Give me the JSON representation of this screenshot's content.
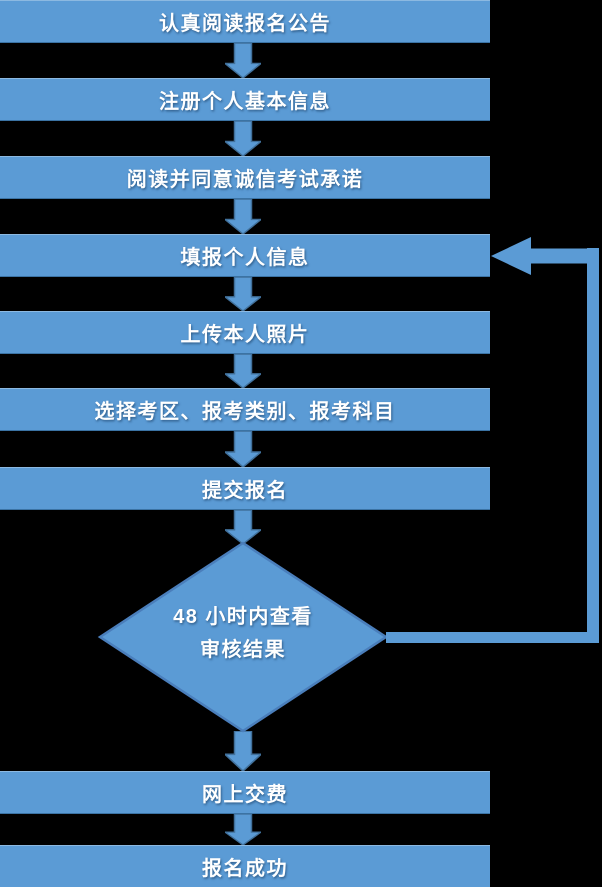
{
  "canvas": {
    "background": "#000000"
  },
  "colors": {
    "shape_fill": "#5B9BD5",
    "shape_border": "#41719C",
    "diamond_border": "#4A7EBB",
    "connector": "#5B9BD5",
    "text_color": "#FFFFFF",
    "canvas_bg": "#000000"
  },
  "flow": {
    "steps": [
      {
        "label": "认真阅读报名公告"
      },
      {
        "label": "注册个人基本信息"
      },
      {
        "label": "阅读并同意诚信考试承诺"
      },
      {
        "label": "填报个人信息"
      },
      {
        "label": "上传本人照片"
      },
      {
        "label": "选择考区、报考类别、报考科目"
      },
      {
        "label": "提交报名"
      },
      {
        "label": "网上交费"
      },
      {
        "label": "报名成功"
      }
    ],
    "decision": {
      "line1": "48 小时内查看",
      "line2": "审核结果"
    }
  }
}
